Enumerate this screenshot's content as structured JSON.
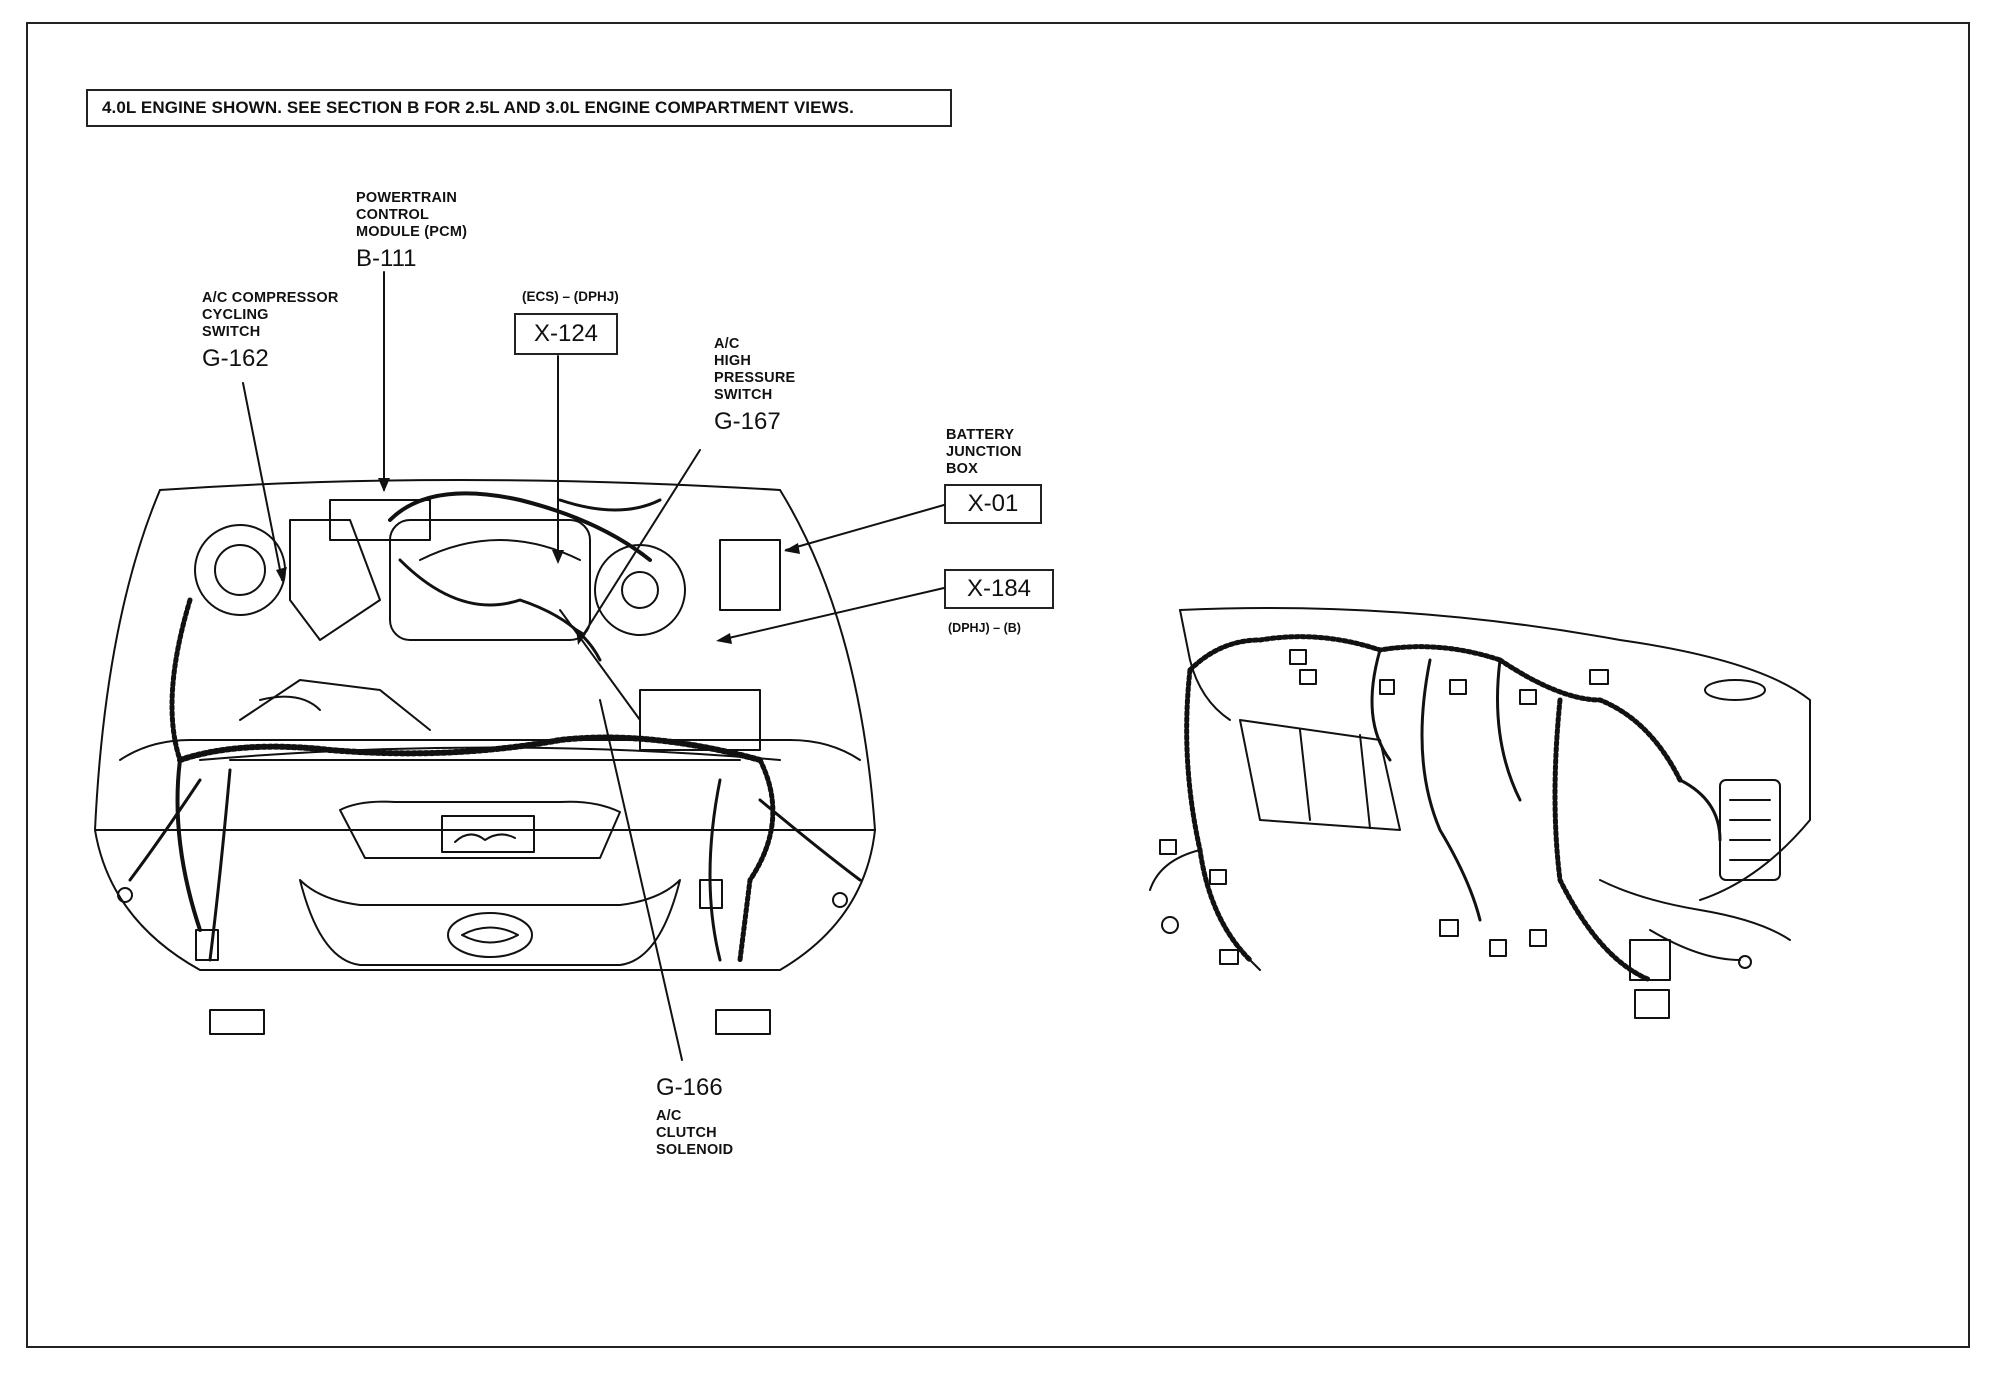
{
  "banner": "4.0L ENGINE SHOWN. SEE SECTION B FOR 2.5L AND 3.0L ENGINE COMPARTMENT VIEWS.",
  "callouts": {
    "pcm": {
      "desc": "POWERTRAIN\nCONTROL\nMODULE (PCM)",
      "code": "B-111"
    },
    "ac_cycling": {
      "desc": "A/C COMPRESSOR\nCYCLING\nSWITCH",
      "code": "G-162"
    },
    "x124": {
      "note": "(ECS) – (DPHJ)",
      "code": "X-124"
    },
    "ac_high": {
      "desc": "A/C\nHIGH\nPRESSURE\nSWITCH",
      "code": "G-167"
    },
    "bjb": {
      "desc": "BATTERY\nJUNCTION\nBOX",
      "code": "X-01"
    },
    "x184": {
      "code": "X-184",
      "note": "(DPHJ) – (B)"
    },
    "ac_clutch": {
      "code": "G-166",
      "desc": "A/C\nCLUTCH\nSOLENOID"
    }
  }
}
